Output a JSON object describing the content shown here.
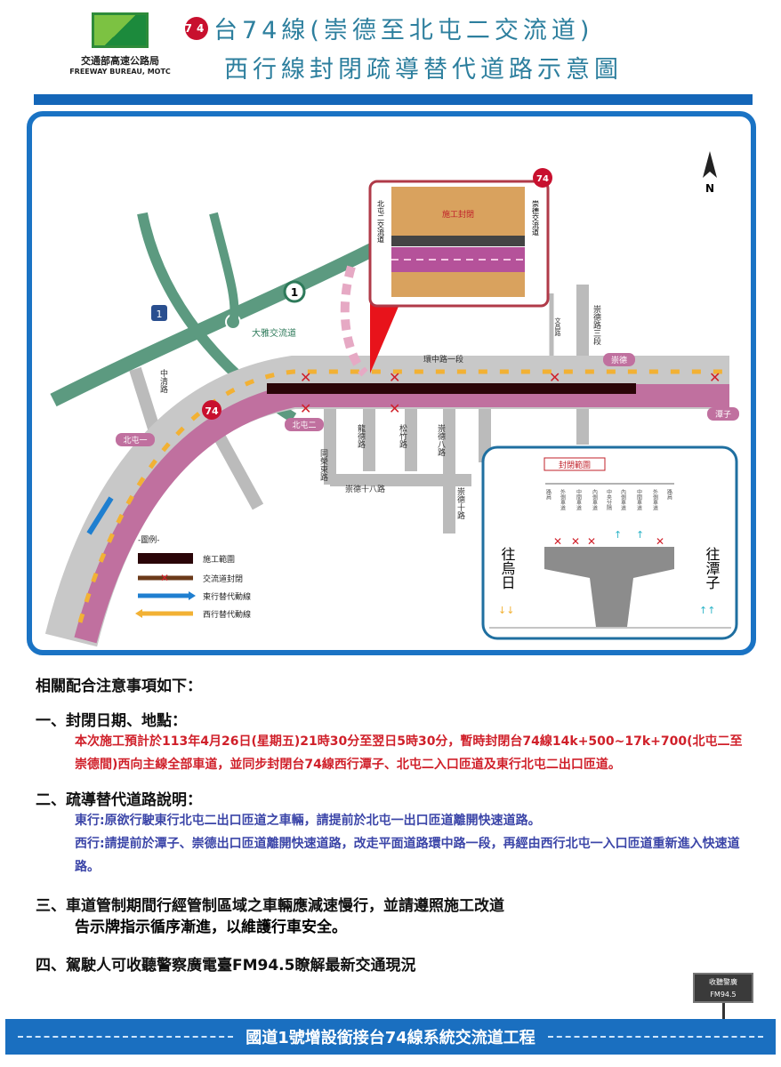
{
  "header": {
    "org_zh": "交通部高速公路局",
    "org_en": "FREEWAY BUREAU, MOTC",
    "route_shield": "74",
    "title_line1": "台74線(崇德至北屯二交流道)",
    "title_line2": "西行線封閉疏導替代道路示意圖"
  },
  "map": {
    "north": "N",
    "freeway_shield": "1",
    "expressway_shield": "74",
    "provincial_shield": "1",
    "inset": {
      "left_label": "北屯二交流道",
      "right_label": "崇德交流道",
      "closure_label": "施工封閉",
      "shield": "74"
    },
    "roads": {
      "huanzhong": "環中路一段",
      "zhongqing": "中清路",
      "dayajc": "大雅交流道",
      "tongrong": "同榮東路",
      "longde": "龍德路",
      "songzhu": "松竹路",
      "chongde8": "崇德八路",
      "chongde18": "崇德十八路",
      "chongde10": "崇德十路",
      "chongde3": "崇德路三段",
      "thin_road": "文昌路"
    },
    "ramps": {
      "beitun1": "北屯一",
      "beitun2": "北屯二",
      "chongde": "崇德",
      "tanzi": "潭子"
    },
    "legend": {
      "title": "-圖例-",
      "items": [
        {
          "label": "施工範圍",
          "color": "#2a0508"
        },
        {
          "label": "交流道封閉",
          "color": "#6b3a1a"
        },
        {
          "label": "東行替代動線",
          "color": "#1f7fd0"
        },
        {
          "label": "西行替代動線",
          "color": "#f2b134"
        }
      ]
    },
    "cross_section": {
      "title": "封閉範圍",
      "lanes": [
        "路肩",
        "外側車道",
        "中間車道",
        "內側車道",
        "中央分隔",
        "內側車道",
        "中間車道",
        "外側車道",
        "路肩"
      ],
      "left_dir": "往烏日",
      "right_dir": "往潭子"
    }
  },
  "notes": {
    "heading": "相關配合注意事項如下：",
    "s1_title": "一、封閉日期、地點：",
    "s1_body": "本次施工預計於113年4月26日(星期五)21時30分至翌日5時30分，暫時封閉台74線14k+500~17k+700(北屯二至崇德間)西向主線全部車道，並同步封閉台74線西行潭子、北屯二入口匝道及東行北屯二出口匝道。",
    "s2_title": "二、疏導替代道路說明：",
    "s2_east": "東行:原欲行駛東行北屯二出口匝道之車輛，請提前於北屯一出口匝道離開快速道路。",
    "s2_west": "西行:請提前於潭子、崇德出口匝道離開快速道路，改走平面道路環中路一段，再經由西行北屯一入口匝道重新進入快速道路。",
    "s3_line1": "三、車道管制期間行經管制區域之車輛應減速慢行，並請遵照施工改道",
    "s3_line2": "告示牌指示循序漸進，以維護行車安全。",
    "s4": "四、駕駛人可收聽警察廣電臺FM94.5瞭解最新交通現況"
  },
  "sign": {
    "line1": "收聽警廣",
    "line2": "FM94.5"
  },
  "footer": "國道1號增設銜接台74線系統交流道工程"
}
